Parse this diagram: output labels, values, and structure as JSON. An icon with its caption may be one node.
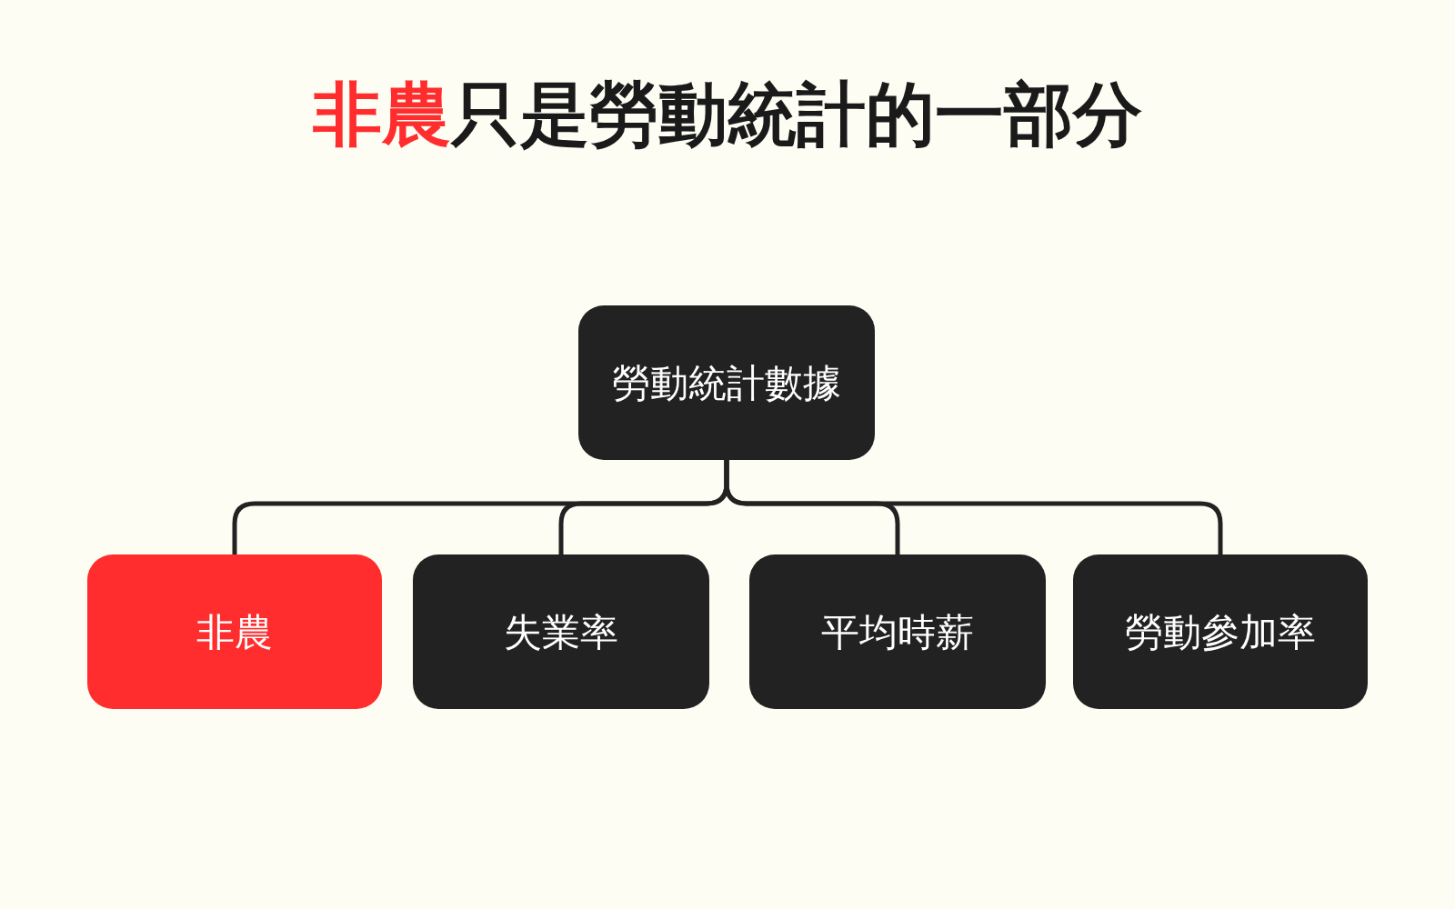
{
  "diagram": {
    "title": "**非農**只是勞動統計的一部分",
    "nodes": [
      {
        "text": [
          "勞動統計數據"
        ]
      },
      {
        "text": [
          "非農"
        ]
      },
      {
        "text": [
          "失業率"
        ]
      },
      {
        "text": [
          "平均時薪"
        ]
      },
      {
        "text": [
          "勞動參加率"
        ]
      }
    ],
    "edges": [
      {
        "from": 0,
        "to": 1,
        "arrow": "none"
      },
      {
        "from": 0,
        "to": 2,
        "arrow": "none"
      },
      {
        "from": 0,
        "to": 3,
        "arrow": "none"
      },
      {
        "from": 0,
        "to": 4,
        "arrow": "none"
      }
    ]
  }
}
